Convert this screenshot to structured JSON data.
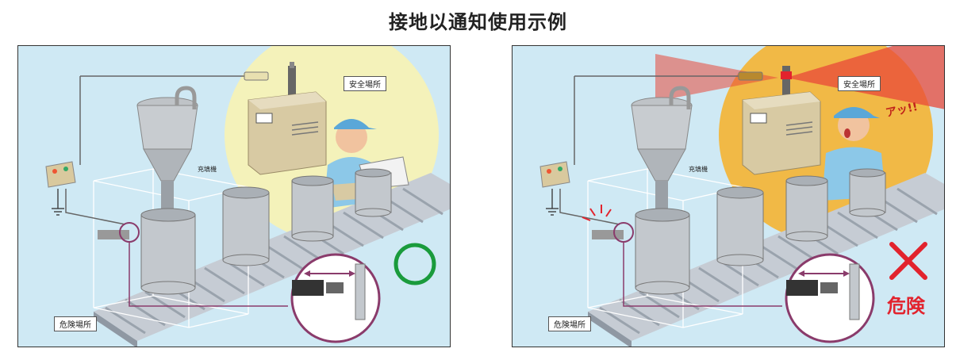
{
  "title": "接地以通知使用示例",
  "left_panel": {
    "safe_area_label": "安全場所",
    "machine_label": "充填機",
    "danger_area_label": "危険場所",
    "status_color": "#1a9b3c"
  },
  "right_panel": {
    "safe_area_label": "安全場所",
    "machine_label": "充填機",
    "danger_area_label": "危険場所",
    "exclaim": "アッ!!",
    "danger_text": "危険",
    "status_color": "#e2232d"
  }
}
